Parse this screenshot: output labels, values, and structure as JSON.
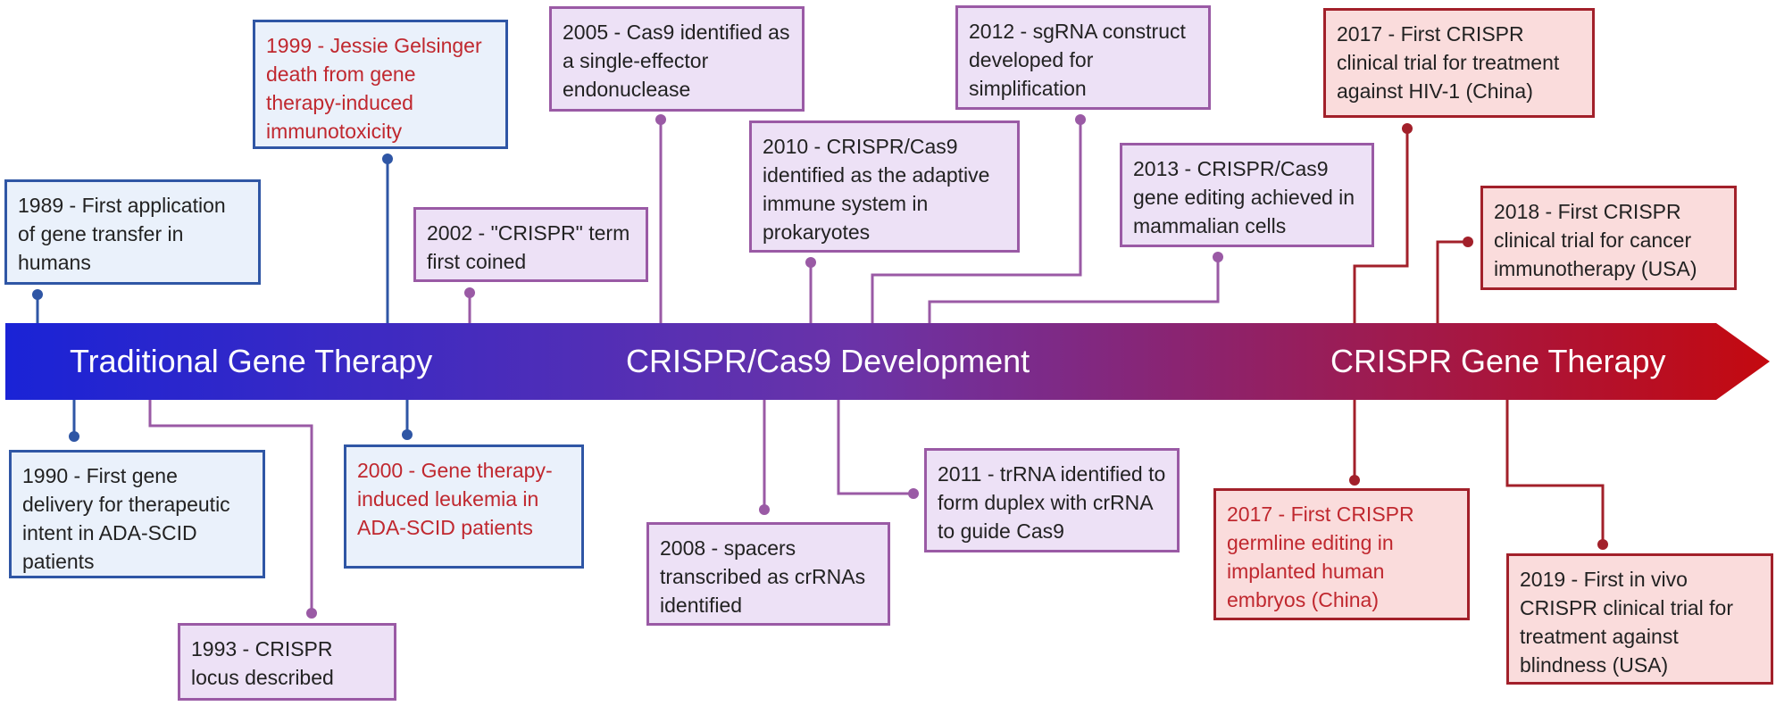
{
  "colors": {
    "arrow_start": "#1a23d6",
    "arrow_mid": "#6a33a8",
    "arrow_end": "#c4090f",
    "blue_border": "#2f56a5",
    "purple_border": "#9a5aa5",
    "red_border": "#a2202a",
    "alert_text": "#c0282f"
  },
  "banner": {
    "traditional": "Traditional Gene Therapy",
    "crispr_dev": "CRISPR/Cas9 Development",
    "crispr_therapy": "CRISPR Gene Therapy"
  },
  "events": {
    "e1989": {
      "year": "1989",
      "text": "1989 - First application of gene transfer in humans"
    },
    "e1990": {
      "year": "1990",
      "text": "1990 - First gene delivery for therapeutic intent in ADA-SCID patients"
    },
    "e1993": {
      "year": "1993",
      "text": "1993 - CRISPR locus described"
    },
    "e1999": {
      "year": "1999",
      "text": "1999 - Jessie Gelsinger death from gene therapy-induced immunotoxicity"
    },
    "e2000": {
      "year": "2000",
      "text": "2000 - Gene therapy-induced leukemia in ADA-SCID patients"
    },
    "e2002": {
      "year": "2002",
      "text": "2002 - \"CRISPR\" term first coined"
    },
    "e2005": {
      "year": "2005",
      "text": "2005 - Cas9 identified as a single-effector endonuclease"
    },
    "e2008": {
      "year": "2008",
      "text": "2008 - spacers transcribed as crRNAs identified"
    },
    "e2010": {
      "year": "2010",
      "text": "2010 - CRISPR/Cas9 identified as the adaptive immune system in prokaryotes"
    },
    "e2011": {
      "year": "2011",
      "text": "2011 - trRNA identified to form duplex with crRNA to guide Cas9"
    },
    "e2012": {
      "year": "2012",
      "text": "2012 - sgRNA construct developed for simplification"
    },
    "e2013": {
      "year": "2013",
      "text": "2013 - CRISPR/Cas9 gene editing achieved in mammalian cells"
    },
    "e2017a": {
      "year": "2017",
      "text": "2017 - First CRISPR clinical trial for treatment against  HIV-1 (China)"
    },
    "e2017b": {
      "year": "2017",
      "text": "2017 - First CRISPR germline editing in implanted human embryos (China)"
    },
    "e2018": {
      "year": "2018",
      "text": "2018 - First CRISPR clinical trial for cancer immunotherapy (USA)"
    },
    "e2019": {
      "year": "2019",
      "text": "2019 - First in vivo CRISPR clinical trial for treatment against blindness (USA)"
    }
  }
}
